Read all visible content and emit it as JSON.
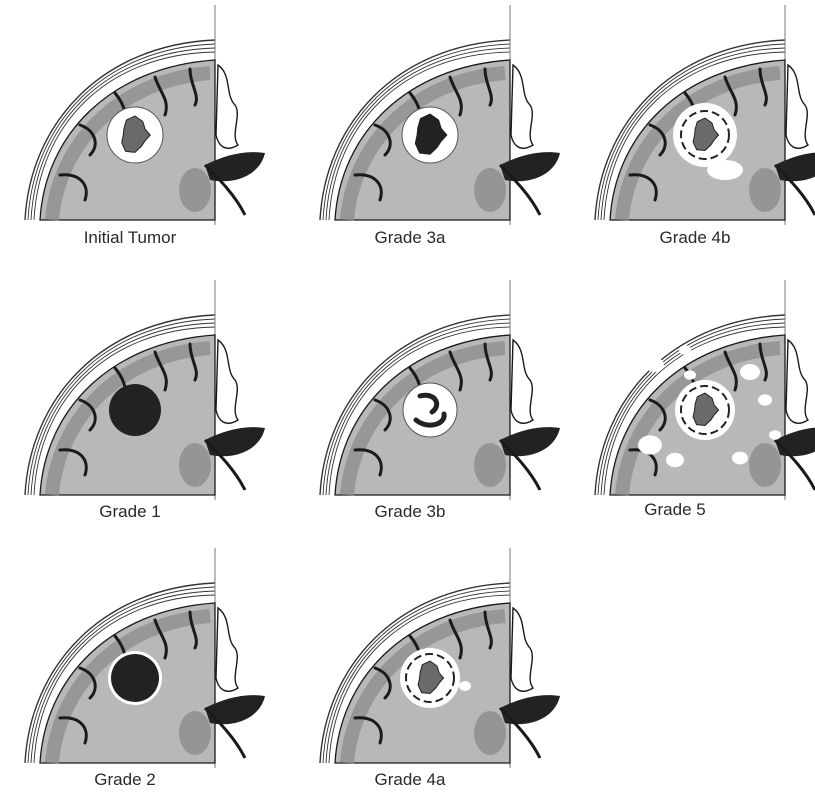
{
  "figure": {
    "panels": [
      {
        "id": "initial",
        "label": "Initial Tumor",
        "lesion": "initial"
      },
      {
        "id": "g3a",
        "label": "Grade 3a",
        "lesion": "g3a"
      },
      {
        "id": "g4b",
        "label": "Grade 4b",
        "lesion": "g4b"
      },
      {
        "id": "g1",
        "label": "Grade 1",
        "lesion": "g1"
      },
      {
        "id": "g3b",
        "label": "Grade 3b",
        "lesion": "g3b"
      },
      {
        "id": "g5",
        "label": "Grade 5",
        "lesion": "g5"
      },
      {
        "id": "g2",
        "label": "Grade 2",
        "lesion": "g2"
      },
      {
        "id": "g4a",
        "label": "Grade 4a",
        "lesion": "g4a"
      }
    ],
    "colors": {
      "skull_lines": "#333333",
      "brain_fill": "#b8b8b8",
      "gray_matter": "#8c8c8c",
      "sulci": "#1a1a1a",
      "tumor_dark": "#222222",
      "tumor_mid": "#6a6a6a",
      "cavity": "#ffffff"
    }
  }
}
